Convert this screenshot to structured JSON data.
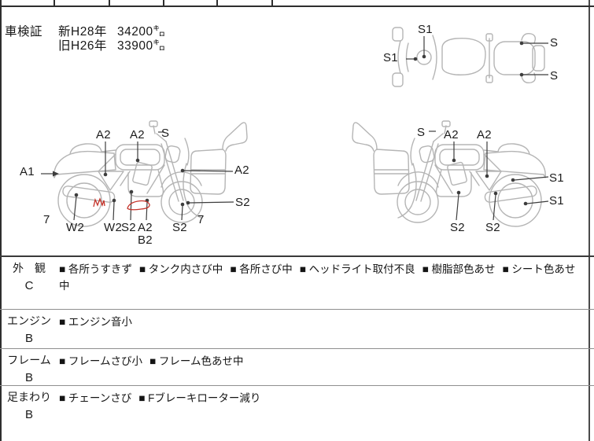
{
  "meta": {
    "sheet_type": "motorcycle-inspection-sheet",
    "background_color": "#ffffff",
    "line_art_color": "#b5b5b5",
    "leader_line_color": "#3d3d3d",
    "red_mark_color": "#c4342b",
    "border_color": "#2e2e2e"
  },
  "shaken": {
    "title": "車検証",
    "new_row": {
      "era": "新H28年",
      "odometer": "34200㌔"
    },
    "old_row": {
      "era": "旧H26年",
      "odometer": "33900㌔"
    }
  },
  "diagram": {
    "top_view": {
      "labels": [
        "S1",
        "S1",
        "S",
        "S"
      ]
    },
    "left_view": {
      "labels": [
        "A1",
        "A2",
        "A2",
        "S",
        "A2",
        "S2",
        "7",
        "W2",
        "W2",
        "S2",
        "A2",
        "B2",
        "S2",
        "7"
      ]
    },
    "right_view": {
      "labels": [
        "S",
        "A2",
        "A2",
        "S1",
        "S1",
        "S2",
        "S2"
      ]
    }
  },
  "inspection": {
    "bullet": "■",
    "rows": [
      {
        "category": "外　観",
        "grade": "C",
        "items": [
          "各所うすきず",
          "タンク内さび中",
          "各所さび中",
          "ヘッドライト取付不良",
          "樹脂部色あせ",
          "シート色あせ中"
        ]
      },
      {
        "category": "エンジン",
        "grade": "B",
        "items": [
          "エンジン音小"
        ]
      },
      {
        "category": "フレーム",
        "grade": "B",
        "items": [
          "フレームさび小",
          "フレーム色あせ中"
        ]
      },
      {
        "category": "足まわり",
        "grade": "B",
        "items": [
          "チェーンさび",
          "Fブレーキローター減り"
        ]
      }
    ]
  }
}
